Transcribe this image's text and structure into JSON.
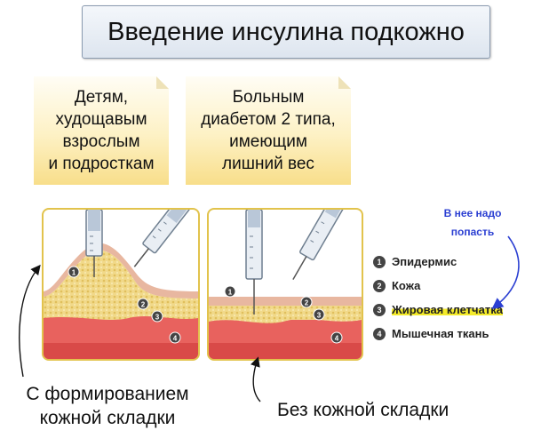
{
  "title": "Введение инсулина подкожно",
  "notes": {
    "left": "Детям,\nхудощавым\nвзрослым\nи подросткам",
    "right": "Больным\nдиабетом 2 типа,\nимеющим\nлишний вес"
  },
  "panel_marks": [
    "1",
    "2",
    "3",
    "4"
  ],
  "target_note": "В нее надо\nпопасть",
  "legend": [
    {
      "num": "1",
      "label": "Эпидермис"
    },
    {
      "num": "2",
      "label": "Кожа"
    },
    {
      "num": "3",
      "label": "Жировая клетчатка"
    },
    {
      "num": "4",
      "label": "Мышечная ткань"
    }
  ],
  "captions": {
    "left": "С формированием\nкожной складки",
    "right": "Без кожной складки"
  },
  "colors": {
    "panel_border": "#e2c34c",
    "fat": "#f1d98a",
    "muscle": "#e8625e",
    "skin": "#e8b7a0",
    "annotation_blue": "#2b3fd2",
    "highlight": "#f3ea2a"
  }
}
